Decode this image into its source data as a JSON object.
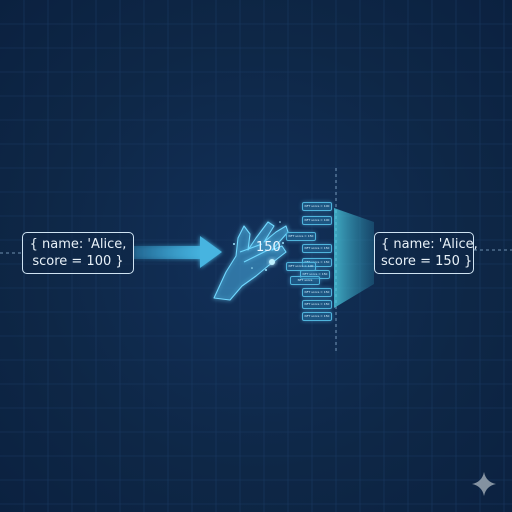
{
  "source_object": {
    "line1": "{ name: 'Alice,",
    "line2": "score = 100 }"
  },
  "result_object": {
    "line1": "{ name: 'Alice,",
    "line2": "score = 150 }"
  },
  "hand_value": "150",
  "chips": [
    "NFT score = 100",
    "NFT score = 100",
    "NFT score = 150",
    "NFT score = 150",
    "NFT score = 150",
    "NFT score = 150",
    "NFT score = 100",
    "NFT score",
    "NFT score = 150",
    "NFT score = 150",
    "NFT score = 150"
  ],
  "colors": {
    "background": "#0e2746",
    "grid": "#1c3c66",
    "box_border": "#cfe3f2",
    "arrow": "#3fa9d6",
    "beam": "#3ab5cf",
    "hand": "#5fd0f5"
  },
  "icons": [
    "hand-icon",
    "sparkle-icon"
  ]
}
